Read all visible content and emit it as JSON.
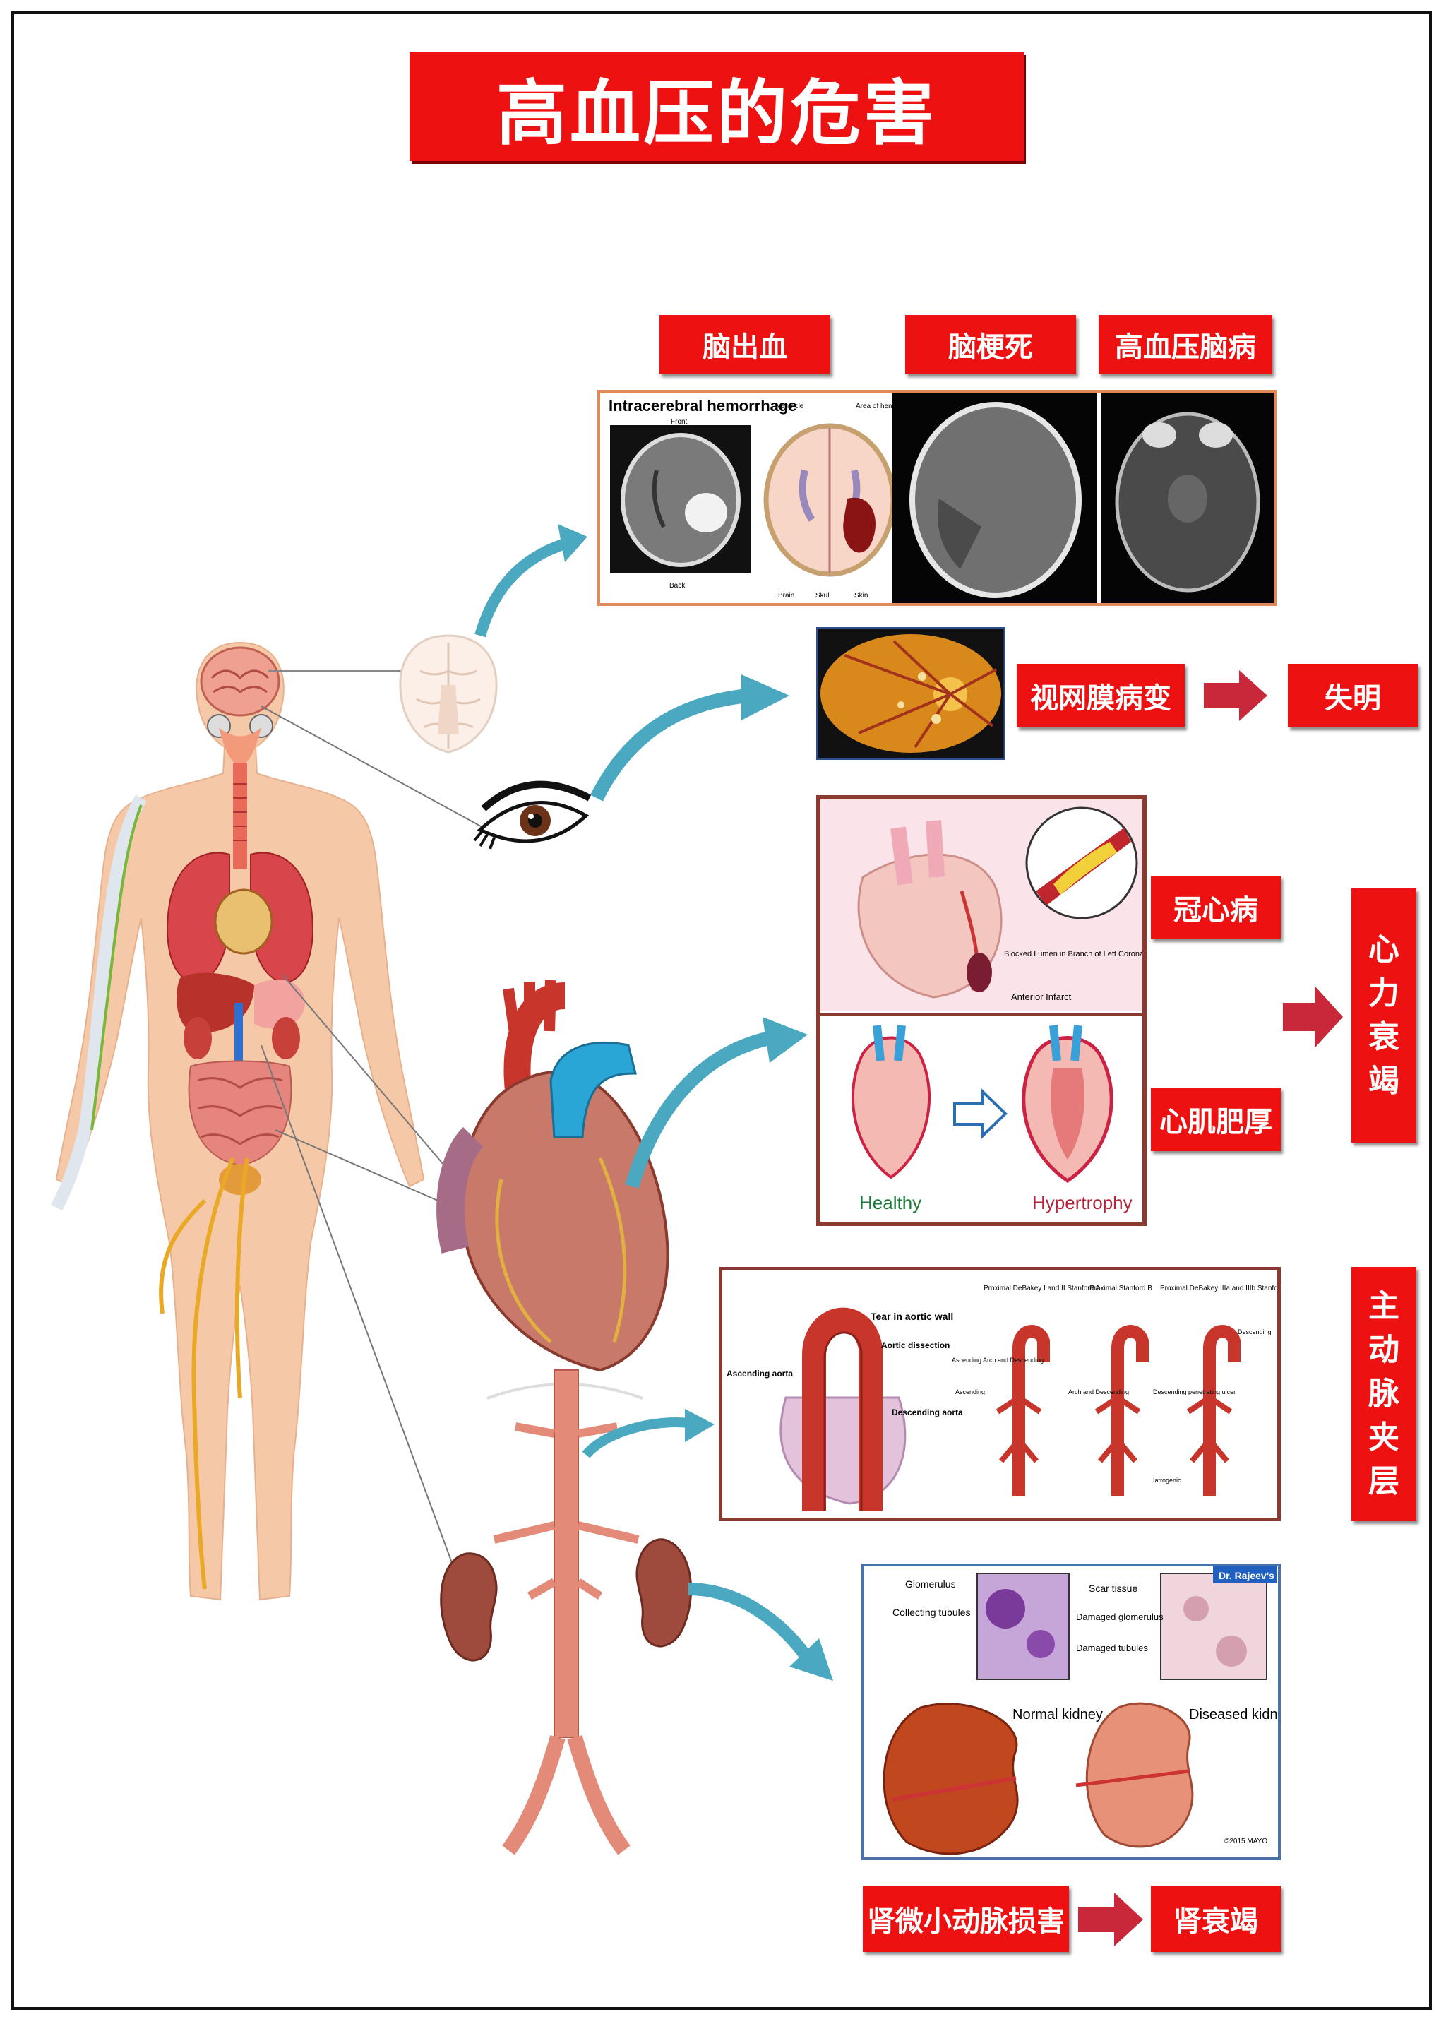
{
  "title": "高血压的危害",
  "labels": {
    "brain_hemorrhage": "脑出血",
    "brain_infarction": "脑梗死",
    "hypertensive_encephalopathy": "高血压脑病",
    "retinopathy": "视网膜病变",
    "blindness": "失明",
    "coronary_disease": "冠心病",
    "myocardial_hypertrophy": "心肌肥厚",
    "heart_failure": [
      "心",
      "力",
      "衰",
      "竭"
    ],
    "aortic_dissection": [
      "主",
      "动",
      "脉",
      "夹",
      "层"
    ],
    "renal_arteriole_damage": "肾微小动脉损害",
    "renal_failure": "肾衰竭"
  },
  "brain_panel": {
    "heading": "Intracerebral hemorrhage",
    "front": "Front",
    "back": "Back",
    "ventricle": "Ventricle",
    "area": "Area of hemorrhage",
    "brain": "Brain",
    "skull": "Skull",
    "skin": "Skin"
  },
  "heart_panel": {
    "blocked": "Blocked Lumen in Branch of Left Coronary Artery",
    "infarct": "Anterior Infarct",
    "healthy": "Healthy",
    "hypertrophy": "Hypertrophy"
  },
  "aorta_panel": {
    "tear": "Tear in aortic wall",
    "dissection": "Aortic dissection",
    "ascending": "Ascending aorta",
    "descending": "Descending aorta",
    "col1": "Proximal DeBakey I and II Stanford A",
    "col2": "Proximal Stanford B",
    "col3": "Proximal DeBakey IIIa and IIIb Stanford A",
    "asc_arch_desc": "Ascending Arch and Descending",
    "asc": "Ascending",
    "arch_desc": "Arch and Descending",
    "desc_ulcer": "Descending penetrating ulcer",
    "descending_short": "Descending",
    "iatrogenic": "Iatrogenic"
  },
  "kidney_panel": {
    "glomerulus": "Glomerulus",
    "collecting": "Collecting tubules",
    "scar": "Scar tissue",
    "damaged_glom": "Damaged glomerulus",
    "damaged_tub": "Damaged tubules",
    "normal": "Normal kidney",
    "diseased": "Diseased kidney",
    "brand": "Dr. Rajeev's",
    "copyright": "©2015 MAYO"
  },
  "colors": {
    "label_red": "#ee1111",
    "arrow_teal": "#4aa8c0",
    "arrow_red": "#c9283a"
  }
}
